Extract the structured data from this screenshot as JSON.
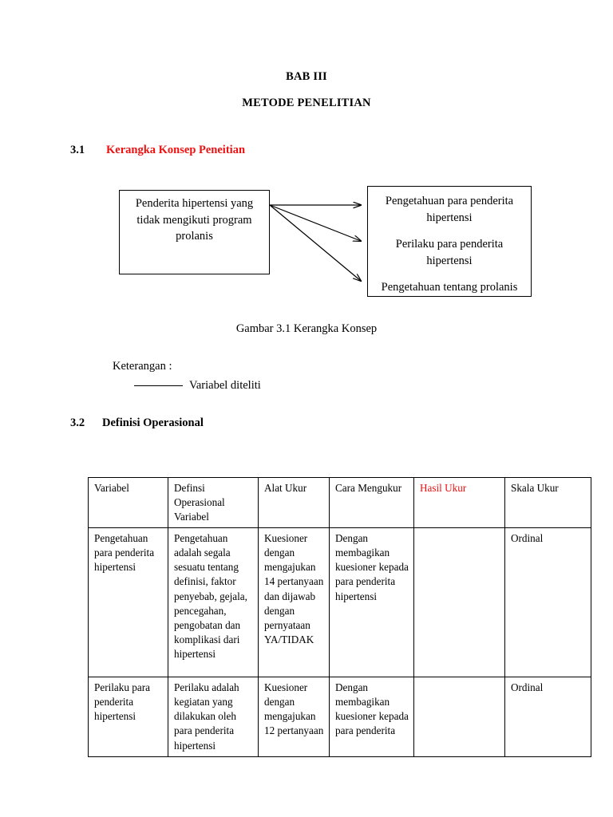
{
  "document": {
    "chapter_title": "BAB III",
    "chapter_subtitle": "METODE PENELITIAN"
  },
  "sections": {
    "s31": {
      "number": "3.1",
      "label": "Kerangka Konsep Peneitian"
    },
    "s32": {
      "number": "3.2",
      "label": "Definisi Operasional"
    }
  },
  "diagram": {
    "left_box": {
      "text": "Penderita hipertensi yang tidak mengikuti program prolanis"
    },
    "right_box": {
      "items": [
        "Pengetahuan para penderita hipertensi",
        "Perilaku para penderita hipertensi",
        "Pengetahuan tentang prolanis"
      ]
    },
    "caption": "Gambar 3.1 Kerangka Konsep"
  },
  "legend": {
    "title": "Keterangan :",
    "line_label": "Variabel diteliti"
  },
  "table": {
    "headers": [
      "Variabel",
      "Definsi Operasional Variabel",
      "Alat Ukur",
      "Cara Mengukur",
      "Hasil Ukur",
      "Skala Ukur"
    ],
    "rows": [
      {
        "variabel": "Pengetahuan para penderita hipertensi",
        "definisi": "Pengetahuan adalah segala sesuatu tentang definisi, faktor penyebab, gejala, pencegahan, pengobatan dan komplikasi dari hipertensi",
        "alat_ukur": "Kuesioner dengan mengajukan 14 pertanyaan dan dijawab dengan pernyataan YA/TIDAK",
        "cara_mengukur": "Dengan membagikan kuesioner kepada para penderita hipertensi",
        "hasil_ukur": "",
        "skala_ukur": "Ordinal"
      },
      {
        "variabel": "Perilaku para penderita hipertensi",
        "definisi": "Perilaku adalah kegiatan yang dilakukan oleh para penderita hipertensi",
        "alat_ukur": "Kuesioner dengan mengajukan 12 pertanyaan",
        "cara_mengukur": "Dengan membagikan kuesioner kepada para penderita",
        "hasil_ukur": "",
        "skala_ukur": "Ordinal"
      }
    ]
  },
  "colors": {
    "accent_red": "#ee1111",
    "text_black": "#000000"
  }
}
